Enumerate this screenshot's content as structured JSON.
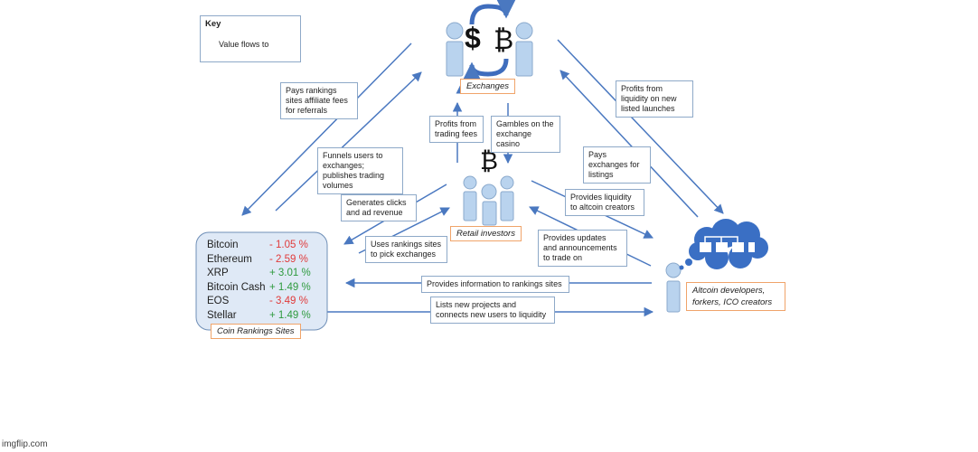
{
  "key": {
    "title": "Key",
    "label": "Value flows to"
  },
  "nodes": {
    "exchanges": "Exchanges",
    "retail": "Retail investors",
    "altcoin": "Altcoin developers, forkers, ICO creators",
    "rankings": "Coin Rankings Sites"
  },
  "glyphs": {
    "dollar": "$",
    "bitcoin": "₿"
  },
  "flows": {
    "pays_affiliate": "Pays rankings sites affiliate fees for referrals",
    "profits_launches": "Profits from liquidity on new listed launches",
    "profits_trading": "Profits from trading fees",
    "gambles": "Gambles on the exchange casino",
    "funnels": "Funnels users to exchanges; publishes trading volumes",
    "pays_listings": "Pays exchanges for listings",
    "generates_clicks": "Generates clicks and ad revenue",
    "provides_liquidity": "Provides liquidity to altcoin creators",
    "uses_rankings": "Uses rankings sites to pick exchanges",
    "provides_updates": "Provides updates and announcements to trade on",
    "provides_info": "Provides information to rankings sites",
    "lists_projects": "Lists new projects and connects new users to liquidity"
  },
  "rankings": [
    {
      "name": "Bitcoin",
      "change": "- 1.05 %",
      "direction": "down"
    },
    {
      "name": "Ethereum",
      "change": "- 2.59 %",
      "direction": "down"
    },
    {
      "name": "XRP",
      "change": "+ 3.01 %",
      "direction": "up"
    },
    {
      "name": "Bitcoin Cash",
      "change": "+ 1.49 %",
      "direction": "up"
    },
    {
      "name": "EOS",
      "change": "- 3.49 %",
      "direction": "down"
    },
    {
      "name": "Stellar",
      "change": "+ 1.49 %",
      "direction": "up"
    }
  ],
  "colors": {
    "arrow": "#4a78c0",
    "figure": "#b9d3ee",
    "figure_stroke": "#8aa9cc",
    "negative": "#e03a3a",
    "positive": "#2e9a3e",
    "tag_border": "#f0a46a",
    "cloud": "#3a6fc4"
  },
  "watermark": "imgflip.com"
}
